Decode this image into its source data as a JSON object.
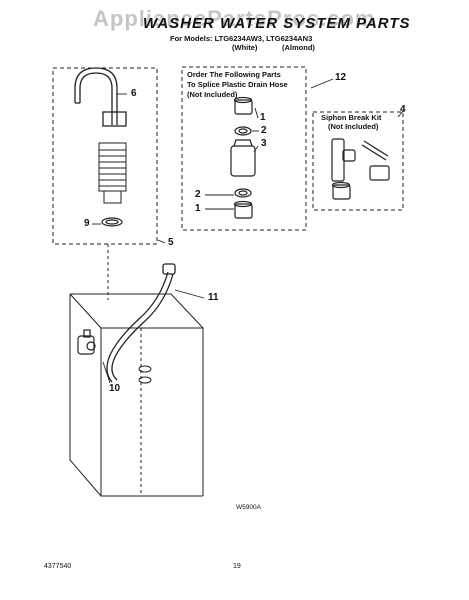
{
  "watermark": "AppliancePartsPros.com",
  "title": "WASHER WATER SYSTEM PARTS",
  "models_line": "For Models: LTG6234AW3, LTG6234AN3",
  "variant_white": "(White)",
  "variant_almond": "(Almond)",
  "splice_box": {
    "line1": "Order The Following Parts",
    "line2": "To Splice Plastic Drain Hose",
    "line3": "(Not Included)"
  },
  "siphon_kit": {
    "line1": "Siphon Break Kit",
    "line2": "(Not Included)"
  },
  "callouts": {
    "c6": "6",
    "c9": "9",
    "c5": "5",
    "c12": "12",
    "c4": "4",
    "c1_top": "1",
    "c2_top": "2",
    "c3": "3",
    "c2_bottom": "2",
    "c1_bottom": "1",
    "c11": "11",
    "c10": "10"
  },
  "figure_code": "W5900A",
  "doc_number": "4377540",
  "page_number": "19"
}
